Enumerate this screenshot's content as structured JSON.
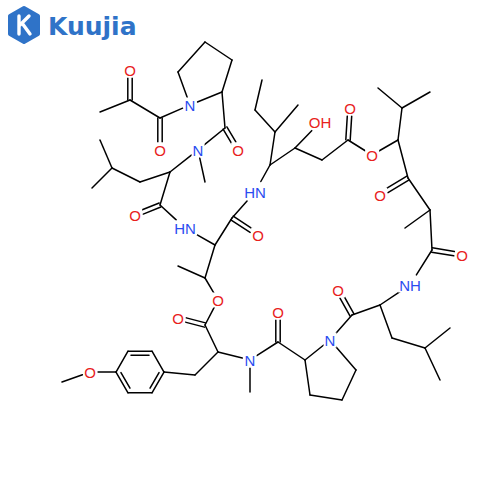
{
  "diagram": {
    "labels": [
      "Kuujia",
      "O",
      "O",
      "N",
      "O",
      "N",
      "OH",
      "O",
      "O",
      "HN",
      "O",
      "HN",
      "O",
      "O",
      "O",
      "O",
      "O",
      "NH",
      "O",
      "O",
      "N",
      "N",
      "O"
    ]
  }
}
